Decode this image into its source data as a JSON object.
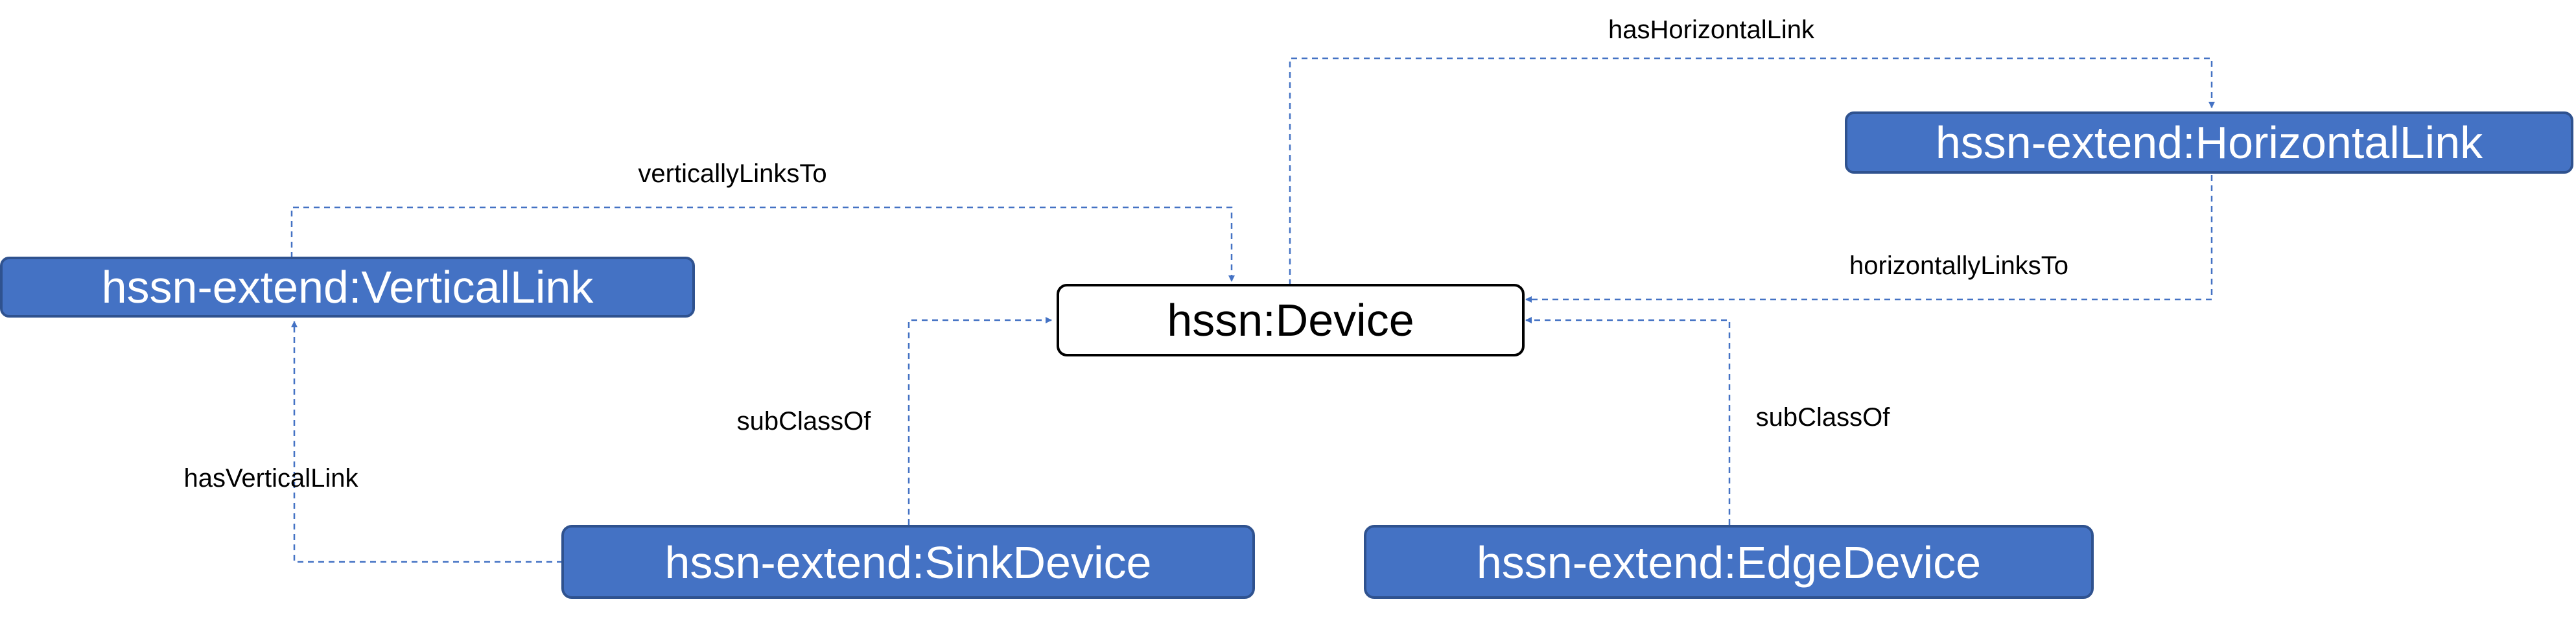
{
  "nodes": {
    "device": "hssn:Device",
    "horizontal_link": "hssn-extend:HorizontalLink",
    "vertical_link": "hssn-extend:VerticalLink",
    "sink_device": "hssn-extend:SinkDevice",
    "edge_device": "hssn-extend:EdgeDevice"
  },
  "edges": {
    "has_horizontal_link": "hasHorizontalLink",
    "horizontally_links_to": "horizontallyLinksTo",
    "vertically_links_to": "verticallyLinksTo",
    "sink_subclass_of": "subClassOf",
    "edge_subclass_of": "subClassOf",
    "has_vertical_link": "hasVerticalLink"
  },
  "colors": {
    "node_fill": "#4472c4",
    "node_border": "#2f528f",
    "edge_line": "#4472c4",
    "device_fill": "#ffffff",
    "device_border": "#000000"
  }
}
